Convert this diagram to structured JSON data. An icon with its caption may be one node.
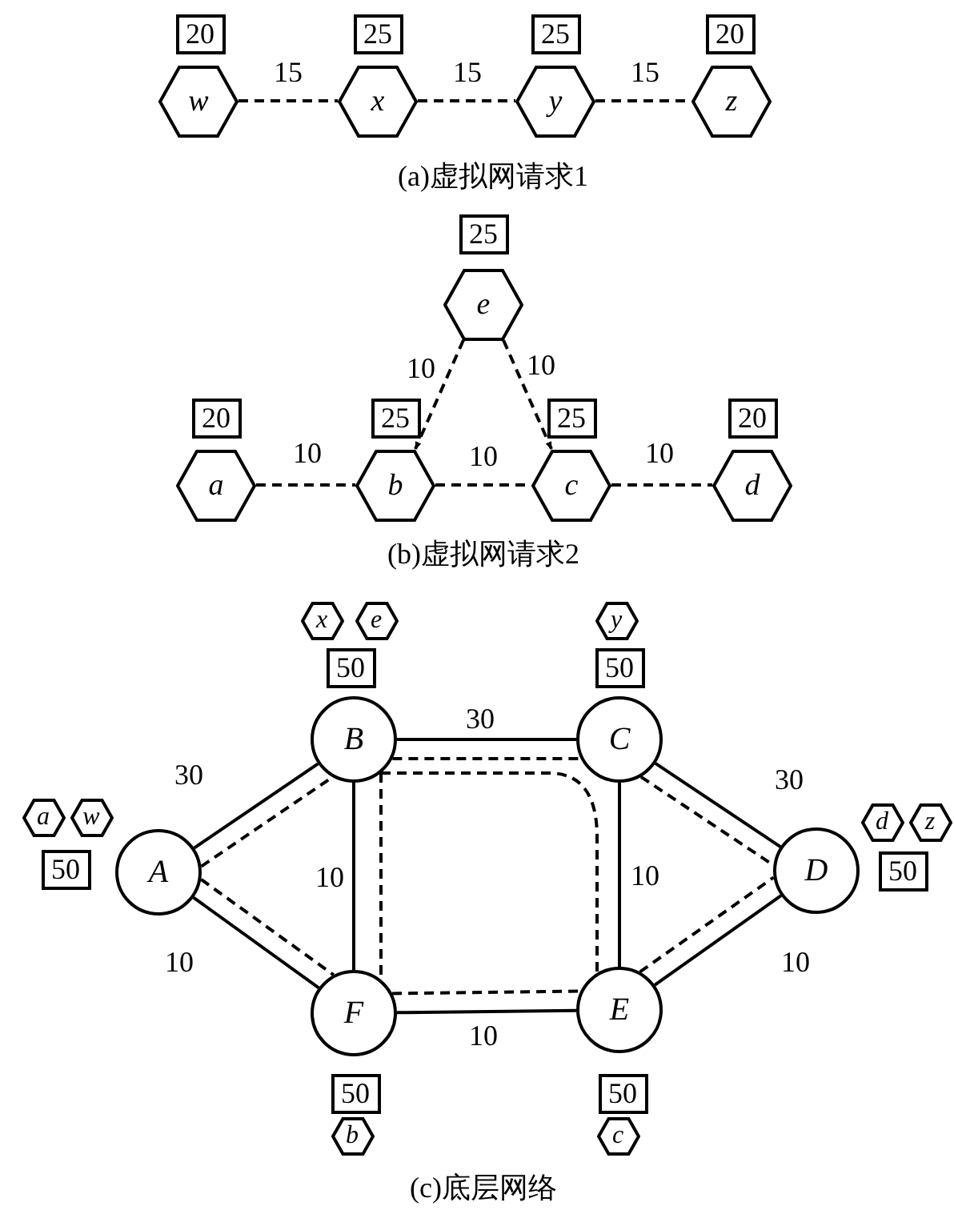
{
  "diagram": {
    "nodes": [
      {
        "text": [
          "20"
        ]
      },
      {
        "text": [
          "25"
        ]
      },
      {
        "text": [
          "25"
        ]
      },
      {
        "text": [
          "20"
        ]
      },
      {
        "text": [
          "w"
        ]
      },
      {
        "text": [
          "x"
        ]
      },
      {
        "text": [
          "y"
        ]
      },
      {
        "text": [
          "z"
        ]
      },
      {
        "text": [
          "25"
        ]
      },
      {
        "text": [
          "e"
        ]
      },
      {
        "text": [
          "20"
        ]
      },
      {
        "text": [
          "25"
        ]
      },
      {
        "text": [
          "25"
        ]
      },
      {
        "text": [
          "20"
        ]
      },
      {
        "text": [
          "a"
        ]
      },
      {
        "text": [
          "b"
        ]
      },
      {
        "text": [
          "c"
        ]
      },
      {
        "text": [
          "d"
        ]
      },
      {
        "text": [
          "x"
        ]
      },
      {
        "text": [
          "e"
        ]
      },
      {
        "text": [
          "y"
        ]
      },
      {
        "text": [
          "50"
        ]
      },
      {
        "text": [
          "50"
        ]
      },
      {
        "text": [
          "B"
        ]
      },
      {
        "text": [
          "C"
        ]
      },
      {
        "text": [
          "a"
        ]
      },
      {
        "text": [
          "w"
        ]
      },
      {
        "text": [
          "d"
        ]
      },
      {
        "text": [
          "z"
        ]
      },
      {
        "text": [
          "50"
        ]
      },
      {
        "text": [
          "A"
        ]
      },
      {
        "text": [
          "D"
        ]
      },
      {
        "text": [
          "50"
        ]
      },
      {
        "text": [
          "F"
        ]
      },
      {
        "text": [
          "E"
        ]
      },
      {
        "text": [
          "50"
        ]
      },
      {
        "text": [
          "50"
        ]
      },
      {
        "text": [
          "b"
        ]
      },
      {
        "text": [
          "c"
        ]
      }
    ],
    "edges": [
      {
        "from": 4,
        "to": 5,
        "arrow": "none",
        "label": "15",
        "style": "dashed"
      },
      {
        "from": 5,
        "to": 6,
        "arrow": "none",
        "label": "15",
        "style": "dashed"
      },
      {
        "from": 6,
        "to": 7,
        "arrow": "none",
        "label": "15",
        "style": "dashed"
      },
      {
        "from": 9,
        "to": 15,
        "arrow": "to",
        "label": "10",
        "style": "dashed"
      },
      {
        "from": 9,
        "to": 16,
        "arrow": "to",
        "label": "10",
        "style": "dashed"
      },
      {
        "from": 14,
        "to": 15,
        "arrow": "none",
        "label": "10",
        "style": "dashed"
      },
      {
        "from": 15,
        "to": 16,
        "arrow": "none",
        "label": "10",
        "style": "dashed"
      },
      {
        "from": 16,
        "to": 17,
        "arrow": "none",
        "label": "10",
        "style": "dashed"
      },
      {
        "from": 30,
        "to": 23,
        "arrow": "none",
        "label": "30"
      },
      {
        "from": 23,
        "to": 24,
        "arrow": "none",
        "label": "30"
      },
      {
        "from": 24,
        "to": 31,
        "arrow": "none",
        "label": "30"
      },
      {
        "from": 30,
        "to": 33,
        "arrow": "none",
        "label": "10"
      },
      {
        "from": 23,
        "to": 33,
        "arrow": "none",
        "label": "10"
      },
      {
        "from": 24,
        "to": 34,
        "arrow": "none",
        "label": "10"
      },
      {
        "from": 33,
        "to": 34,
        "arrow": "none",
        "label": "10"
      },
      {
        "from": 34,
        "to": 31,
        "arrow": "none",
        "label": "10"
      },
      {
        "from": 30,
        "to": 23,
        "arrow": "none",
        "style": "dashed"
      },
      {
        "from": 30,
        "to": 33,
        "arrow": "none",
        "style": "dashed"
      },
      {
        "from": 23,
        "to": 24,
        "arrow": "none",
        "style": "dashed"
      },
      {
        "from": 23,
        "to": 33,
        "arrow": "none",
        "style": "dashed"
      },
      {
        "from": 23,
        "to": 34,
        "arrow": "none",
        "style": "dashed"
      },
      {
        "from": 33,
        "to": 34,
        "arrow": "none",
        "style": "dashed"
      },
      {
        "from": 24,
        "to": 31,
        "arrow": "none",
        "style": "dashed"
      },
      {
        "from": 34,
        "to": 31,
        "arrow": "none",
        "style": "dashed"
      }
    ],
    "labels": [
      "(a)虚拟网请求1",
      "(b)虚拟网请求2",
      "(c)底层网络"
    ]
  }
}
